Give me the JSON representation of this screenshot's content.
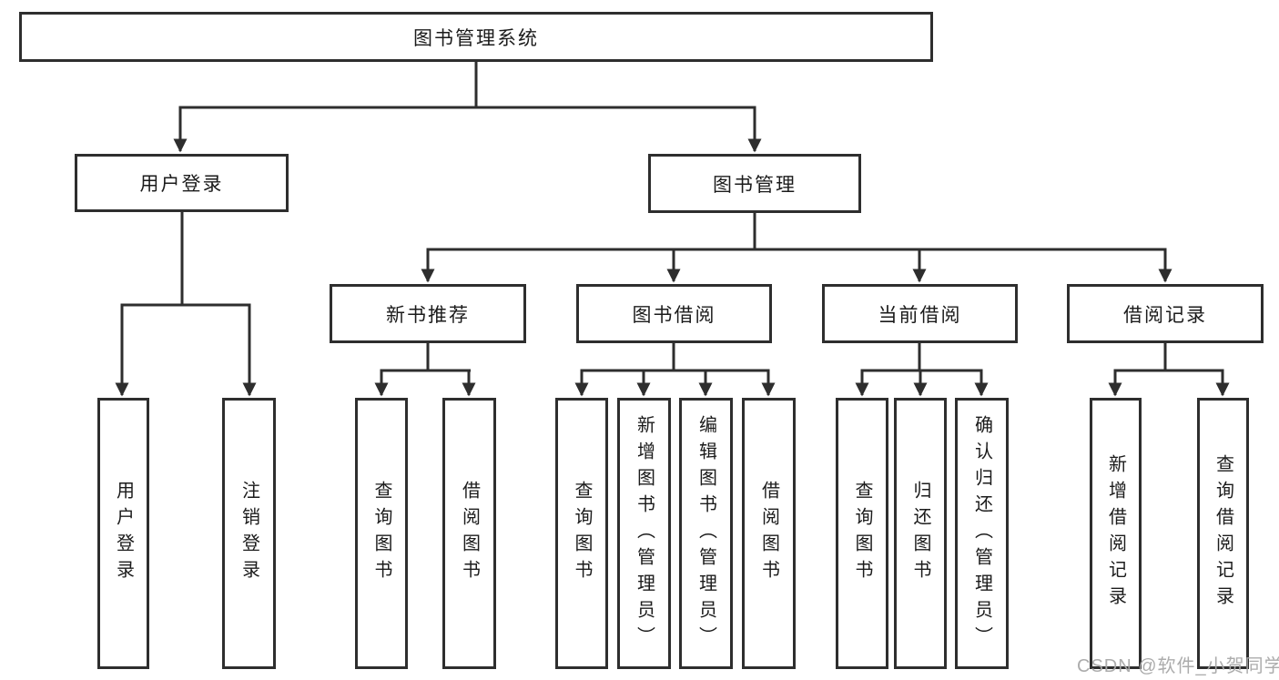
{
  "tree": {
    "label": "图书管理系统",
    "children": [
      {
        "label": "用户登录",
        "children": [
          {
            "label": "用户登录"
          },
          {
            "label": "注销登录"
          }
        ]
      },
      {
        "label": "图书管理",
        "children": [
          {
            "label": "新书推荐",
            "children": [
              {
                "label": "查询图书"
              },
              {
                "label": "借阅图书"
              }
            ]
          },
          {
            "label": "图书借阅",
            "children": [
              {
                "label": "查询图书"
              },
              {
                "label": "新增图书（管理员）"
              },
              {
                "label": "编辑图书（管理员）"
              },
              {
                "label": "借阅图书"
              }
            ]
          },
          {
            "label": "当前借阅",
            "children": [
              {
                "label": "查询图书"
              },
              {
                "label": "归还图书"
              },
              {
                "label": "确认归还（管理员）"
              }
            ]
          },
          {
            "label": "借阅记录",
            "children": [
              {
                "label": "新增借阅记录"
              },
              {
                "label": "查询借阅记录"
              }
            ]
          }
        ]
      }
    ]
  },
  "watermark": {
    "text": "CSDN @软件_小贺同学"
  },
  "colors": {
    "line": "#2e2e2e",
    "box_border": "#2e2e2e",
    "box_fill": "#ffffff",
    "text": "#1b1b1b",
    "watermark": "#a8a8a8",
    "background": "#ffffff"
  }
}
